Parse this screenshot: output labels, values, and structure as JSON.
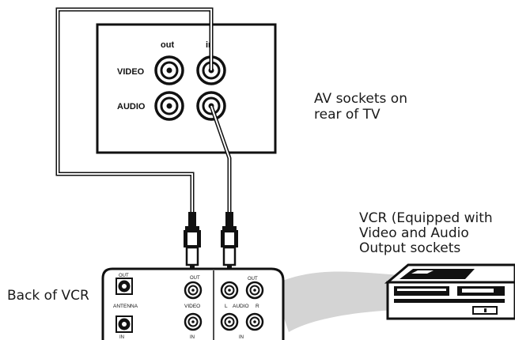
{
  "tv_panel": {
    "col_out": "out",
    "col_in": "in",
    "row_video": "VIDEO",
    "row_audio": "AUDIO"
  },
  "tv_caption": {
    "line1": "AV sockets on",
    "line2": "rear of TV"
  },
  "vcr_caption": {
    "line1": "VCR (Equipped with",
    "line2": "Video and Audio",
    "line3": "Output sockets"
  },
  "vcr_panel": {
    "caption": "Back of VCR",
    "antenna_out": "OUT",
    "antenna": "ANTENNA",
    "antenna_in": "IN",
    "video_out": "OUT",
    "video": "VIDEO",
    "video_in": "IN",
    "audio_out": "OUT",
    "audio_l": "L",
    "audio": "AUDIO",
    "audio_r": "R",
    "audio_in": "IN"
  }
}
